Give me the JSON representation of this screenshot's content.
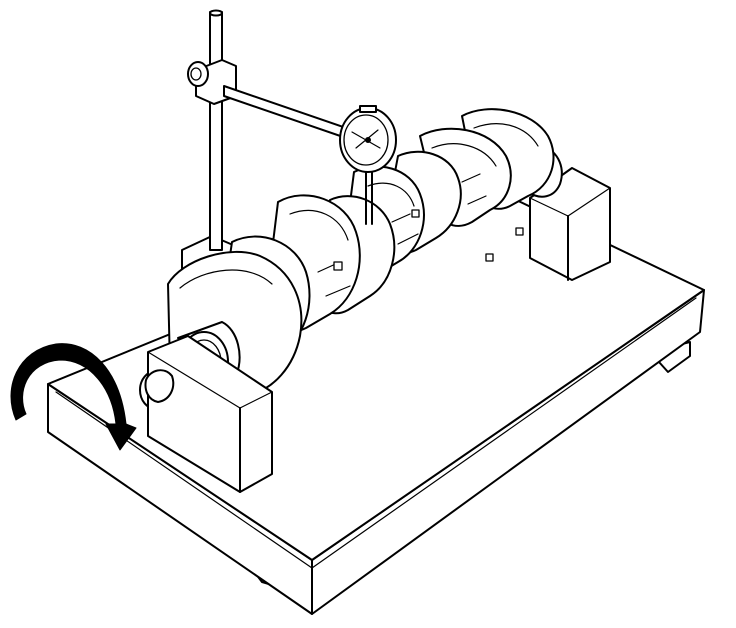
{
  "diagram": {
    "description_text": "",
    "colors": {
      "line": "#000000",
      "background": "#ffffff"
    },
    "components": [
      {
        "id": "surface-plate",
        "icon": "surface-plate"
      },
      {
        "id": "v-block-front",
        "icon": "v-block"
      },
      {
        "id": "v-block-rear",
        "icon": "v-block"
      },
      {
        "id": "crankshaft",
        "icon": "crankshaft"
      },
      {
        "id": "dial-indicator",
        "icon": "dial-gauge"
      },
      {
        "id": "magnetic-stand",
        "icon": "indicator-stand"
      },
      {
        "id": "rotation-arrow",
        "icon": "curved-arrow"
      }
    ]
  }
}
